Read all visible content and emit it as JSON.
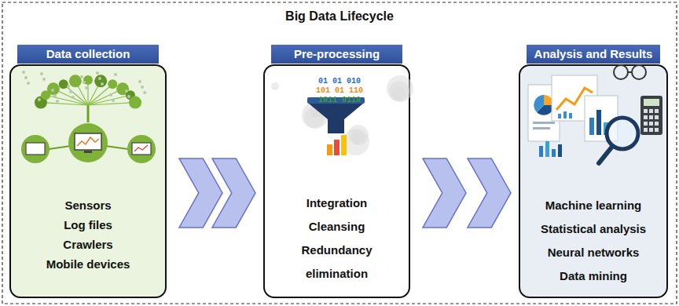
{
  "diagram": {
    "title": "Big Data Lifecycle",
    "nodes": [
      {
        "text": [
          "Data collection",
          "Sensors",
          "Log files",
          "Crawlers",
          "Mobile devices"
        ]
      },
      {
        "text": [
          "Pre-processing",
          "Integration",
          "Cleansing",
          "Redundancy elimination"
        ]
      },
      {
        "text": [
          "Analysis and Results",
          "Machine learning",
          "Statistical analysis",
          "Neural networks",
          "Data mining"
        ]
      }
    ],
    "edges": [
      {
        "from": 0,
        "to": 1,
        "arrow": "to"
      },
      {
        "from": 1,
        "to": 2,
        "arrow": "to"
      }
    ],
    "labels": [
      "01 01 010",
      "101 01 110",
      "1011 0110"
    ]
  }
}
